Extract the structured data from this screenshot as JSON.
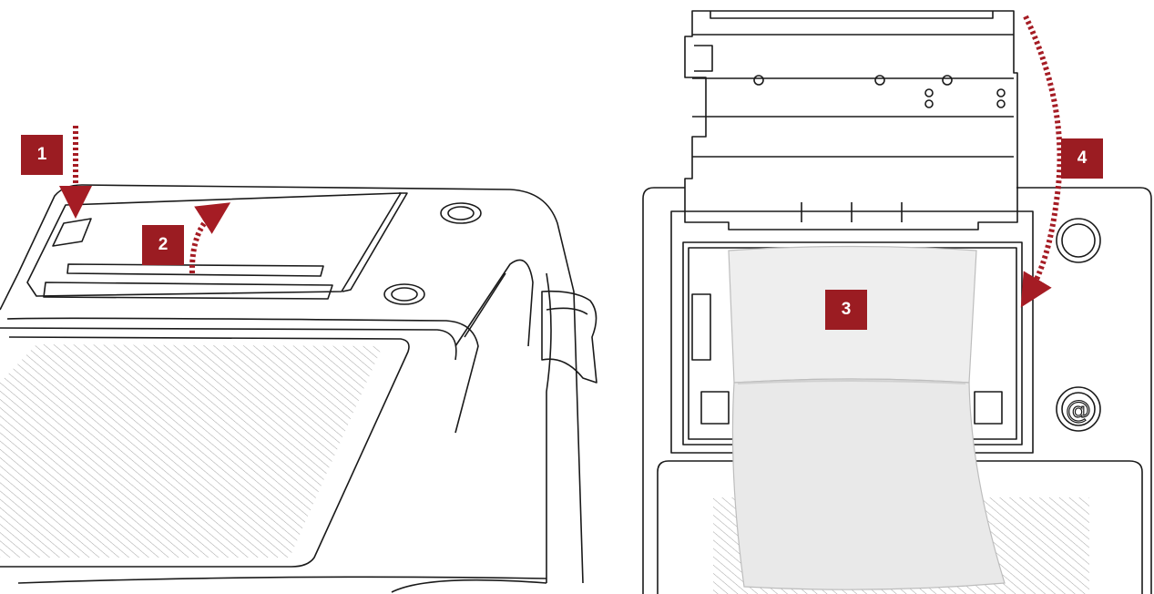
{
  "steps": [
    {
      "number": "1",
      "icon": "arrow-down-icon"
    },
    {
      "number": "2",
      "icon": "arrow-up-icon"
    },
    {
      "number": "3",
      "icon": "paper-roll-icon"
    },
    {
      "number": "4",
      "icon": "arrow-curved-down-icon"
    }
  ],
  "colors": {
    "badge": "#9b1c22",
    "arrow": "#a51c24",
    "line": "#1a1a1a",
    "paper": "#eeeeee",
    "hatch": "#9a9a9a"
  }
}
